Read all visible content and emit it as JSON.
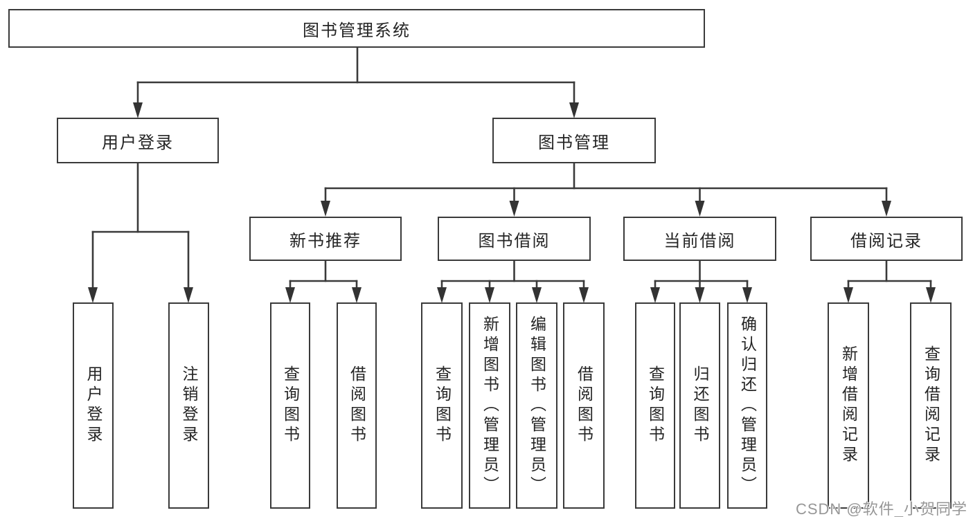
{
  "colors": {
    "background": "#ffffff",
    "line": "#3a3a3a",
    "box_border": "#3a3a3a",
    "text": "#242424",
    "watermark": "#979797"
  },
  "nodes": {
    "root": {
      "label": "图书管理系统"
    },
    "user_login": {
      "label": "用户登录"
    },
    "book_mgmt": {
      "label": "图书管理"
    },
    "new_book": {
      "label": "新书推荐"
    },
    "book_borrow": {
      "label": "图书借阅"
    },
    "current_borrow": {
      "label": "当前借阅"
    },
    "borrow_record": {
      "label": "借阅记录"
    },
    "leaf_user_login": {
      "label": "用户登录"
    },
    "leaf_logout": {
      "label": "注销登录"
    },
    "leaf_nb_query": {
      "label": "查询图书"
    },
    "leaf_nb_borrow": {
      "label": "借阅图书"
    },
    "leaf_bb_query": {
      "label": "查询图书"
    },
    "leaf_bb_add": {
      "label": "新增图书（管理员）"
    },
    "leaf_bb_edit": {
      "label": "编辑图书（管理员）"
    },
    "leaf_bb_borrow": {
      "label": "借阅图书"
    },
    "leaf_cb_query": {
      "label": "查询图书"
    },
    "leaf_cb_return": {
      "label": "归还图书"
    },
    "leaf_cb_confirm": {
      "label": "确认归还（管理员）"
    },
    "leaf_br_add": {
      "label": "新增借阅记录"
    },
    "leaf_br_query": {
      "label": "查询借阅记录"
    }
  },
  "watermark": {
    "text": "CSDN @软件_小贺同学"
  }
}
